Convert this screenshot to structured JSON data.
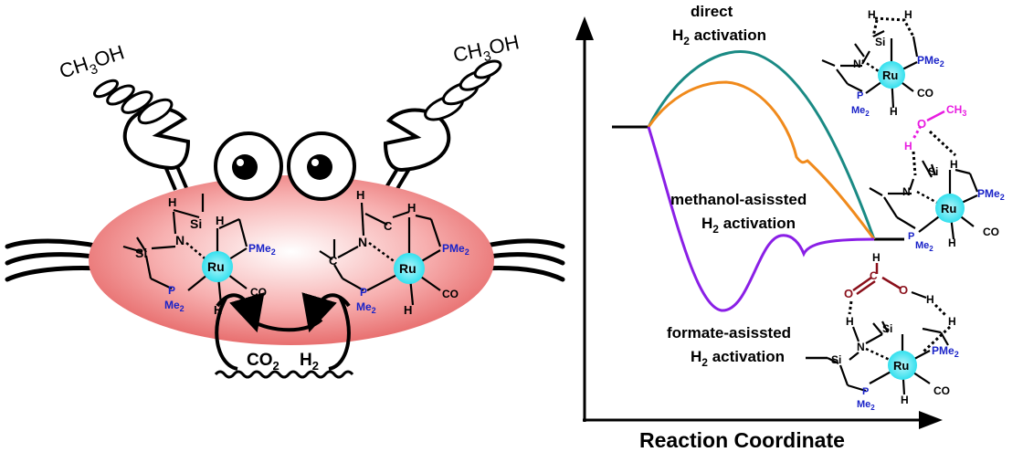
{
  "crab": {
    "methanol_left": "CH",
    "methanol_left_sub": "3",
    "methanol_left_end": "OH",
    "methanol_right": "CH",
    "methanol_right_sub": "3",
    "methanol_right_end": "OH",
    "co2": "CO",
    "co2_sub": "2",
    "h2": "H",
    "h2_sub": "2"
  },
  "complex": {
    "ru": "Ru",
    "si": "Si",
    "n": "N",
    "h": "H",
    "c": "C",
    "co": "CO",
    "pme2": "PMe",
    "pme2_sub": "2",
    "p": "P",
    "me2": "Me",
    "me2_sub": "2",
    "o": "O",
    "ch3": "CH",
    "ch3_sub": "3"
  },
  "diagram": {
    "x_axis_label": "Reaction Coordinate",
    "direct_line1": "direct",
    "direct_line2_a": "H",
    "direct_line2_sub": "2",
    "direct_line2_b": " activation",
    "methanol_line1": "methanol-asissted",
    "methanol_line2_a": "H",
    "methanol_line2_sub": "2",
    "methanol_line2_b": " activation",
    "formate_line1": "formate-asissted",
    "formate_line2_a": "H",
    "formate_line2_sub": "2",
    "formate_line2_b": " activation",
    "colors": {
      "direct": "#1a8a84",
      "methanol": "#f08a1c",
      "formate": "#8a1fe6",
      "ru_highlight": "#33e0ee",
      "methanol_o": "#e81ce0",
      "formate_o": "#8a0f1a",
      "phosphorus": "#1a23c8",
      "crab_body": "#f08080"
    }
  }
}
